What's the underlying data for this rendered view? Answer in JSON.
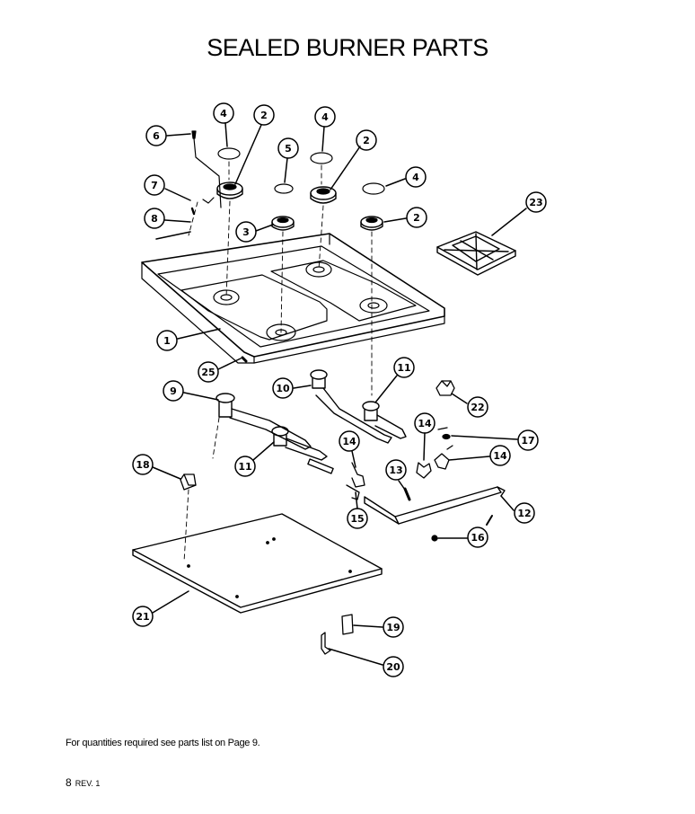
{
  "title": "SEALED BURNER PARTS",
  "note": "For quantities required see parts list on Page 9.",
  "footer": {
    "page": "8",
    "revision": "REV. 1"
  },
  "callouts": [
    "1",
    "2",
    "3",
    "4",
    "5",
    "6",
    "7",
    "8",
    "9",
    "10",
    "11",
    "12",
    "13",
    "14",
    "15",
    "16",
    "17",
    "18",
    "19",
    "20",
    "21",
    "22",
    "23",
    "25"
  ]
}
